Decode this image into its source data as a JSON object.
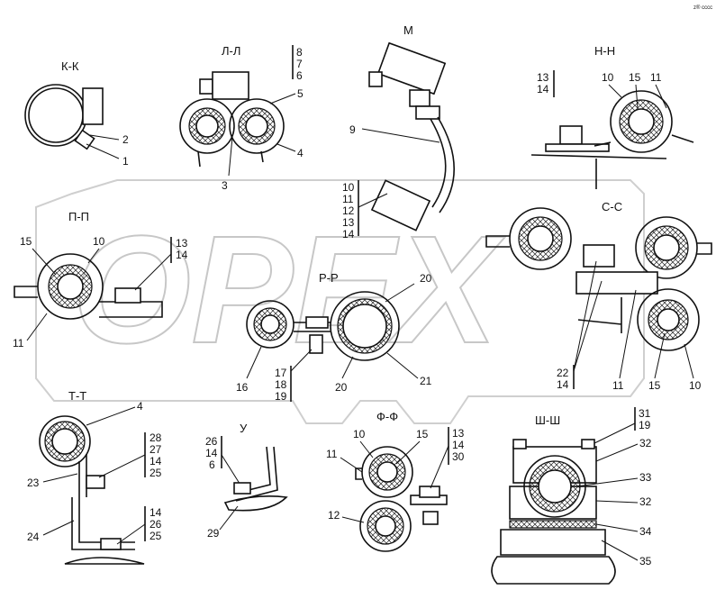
{
  "watermark": "OPEX",
  "corner_mark": "z® cccc",
  "views": {
    "kk": {
      "title": "К-К",
      "labels": [
        "2",
        "1"
      ]
    },
    "ll": {
      "title": "Л-Л",
      "labels": [
        "8",
        "7",
        "6",
        "5",
        "4",
        "3"
      ]
    },
    "m": {
      "title": "М",
      "labels": [
        "9",
        "10",
        "11",
        "12",
        "13",
        "14"
      ]
    },
    "nn": {
      "title": "Н-Н",
      "labels": [
        "13",
        "14",
        "10",
        "15",
        "11"
      ]
    },
    "pp": {
      "title": "П-П",
      "labels": [
        "15",
        "10",
        "13",
        "14",
        "11"
      ]
    },
    "ss": {
      "title": "С-С",
      "labels": [
        "22",
        "14",
        "11",
        "15",
        "10"
      ]
    },
    "rr": {
      "title": "Р-Р",
      "labels": [
        "20",
        "16",
        "17",
        "18",
        "19",
        "20",
        "21"
      ]
    },
    "tt": {
      "title": "Т-Т",
      "labels": [
        "4",
        "28",
        "27",
        "14",
        "25",
        "23",
        "24",
        "14",
        "26",
        "25"
      ]
    },
    "u": {
      "title": "У",
      "labels": [
        "26",
        "14",
        "6",
        "29"
      ]
    },
    "ff": {
      "title": "Ф-Ф",
      "labels": [
        "10",
        "15",
        "11",
        "13",
        "14",
        "30",
        "12"
      ]
    },
    "shsh": {
      "title": "Ш-Ш",
      "labels": [
        "31",
        "19",
        "32",
        "33",
        "32",
        "34",
        "35"
      ]
    }
  }
}
